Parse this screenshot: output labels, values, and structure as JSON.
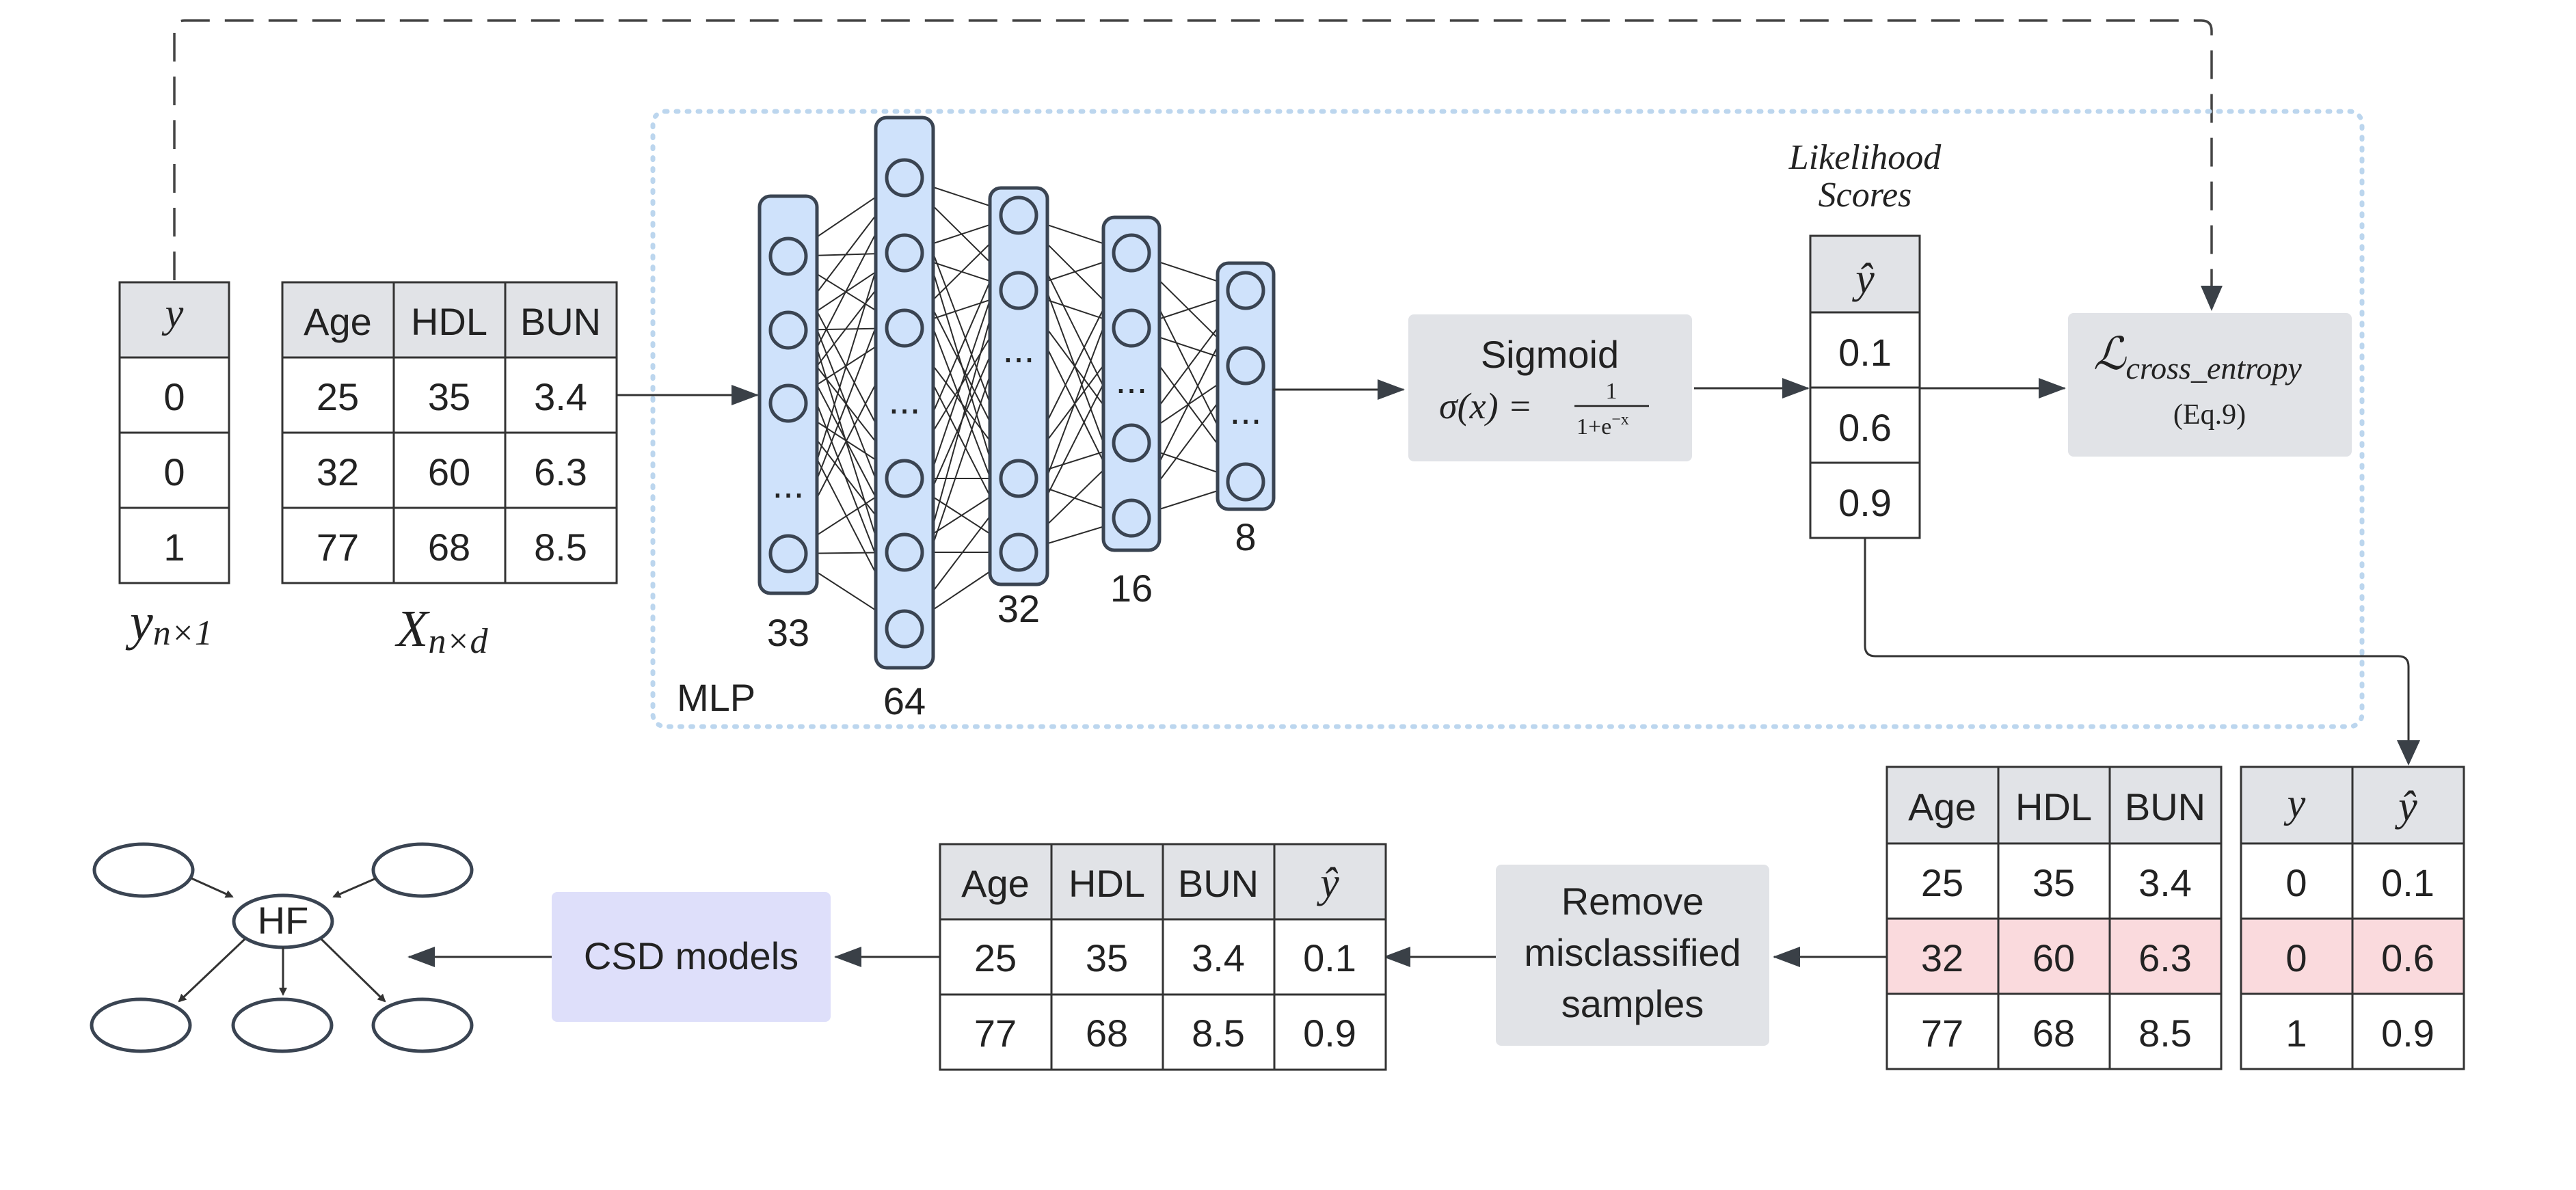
{
  "y_table": {
    "header": "y",
    "values": [
      "0",
      "0",
      "1"
    ],
    "caption": "y",
    "caption_sub": "n×1"
  },
  "x_table": {
    "headers": [
      "Age",
      "HDL",
      "BUN"
    ],
    "rows": [
      [
        "25",
        "35",
        "3.4"
      ],
      [
        "32",
        "60",
        "6.3"
      ],
      [
        "77",
        "68",
        "8.5"
      ]
    ],
    "caption": "X",
    "caption_sub": "n×d"
  },
  "mlp": {
    "label": "MLP",
    "layers": [
      33,
      64,
      32,
      16,
      8
    ],
    "ellipsis": "..."
  },
  "sigmoid": {
    "title": "Sigmoid",
    "formula_lhs": "σ(x) =",
    "numerator": "1",
    "denominator": "1+e",
    "exponent": "−x"
  },
  "likelihood": {
    "title_line1": "Likelihood",
    "title_line2": "Scores",
    "header": "ŷ",
    "values": [
      "0.1",
      "0.6",
      "0.9"
    ]
  },
  "loss": {
    "symbol": "ℒ",
    "subscript": "cross_entropy",
    "ref": "(Eq.9)"
  },
  "pred_table": {
    "headers": [
      "Age",
      "HDL",
      "BUN"
    ],
    "rows": [
      [
        "25",
        "35",
        "3.4"
      ],
      [
        "32",
        "60",
        "6.3"
      ],
      [
        "77",
        "68",
        "8.5"
      ]
    ],
    "highlight_row": 1
  },
  "yy_table": {
    "headers": [
      "y",
      "ŷ"
    ],
    "rows": [
      [
        "0",
        "0.1"
      ],
      [
        "0",
        "0.6"
      ],
      [
        "1",
        "0.9"
      ]
    ],
    "highlight_row": 1
  },
  "remove_box": {
    "line1": "Remove",
    "line2": "misclassified",
    "line3": "samples"
  },
  "filtered_table": {
    "headers": [
      "Age",
      "HDL",
      "BUN",
      "ŷ"
    ],
    "rows": [
      [
        "25",
        "35",
        "3.4",
        "0.1"
      ],
      [
        "77",
        "68",
        "8.5",
        "0.9"
      ]
    ]
  },
  "csd_box": {
    "label": "CSD models"
  },
  "graph": {
    "center_label": "HF"
  },
  "colors": {
    "node_fill": "#cfe2fb",
    "header_fill": "#e1e3e7",
    "highlight": "#fadadd",
    "csd_fill": "#dedffa",
    "mlp_border": "#bcd6ee"
  }
}
